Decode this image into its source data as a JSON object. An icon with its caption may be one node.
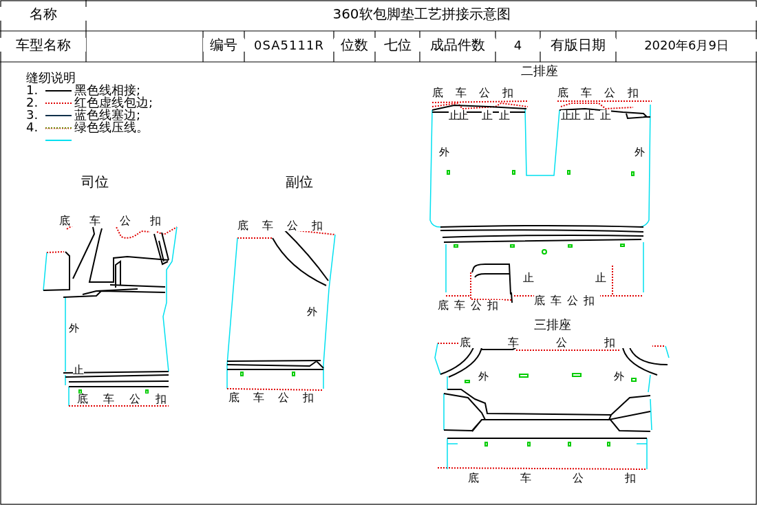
{
  "diagram": {
    "labels": [
      "名称",
      "360软包脚垫工艺拼接示意图",
      "车型名称",
      "编号",
      "0SA5111R",
      "位数",
      "七位",
      "成品件数",
      "4",
      "有版日期",
      "2020年6月9日",
      "缝纫说明",
      "1.",
      "2.",
      "3.",
      "4.",
      "二排座",
      "底车公扣",
      "底车公扣",
      "止止",
      "止",
      "止",
      "止止",
      "止",
      "止",
      "外",
      "外",
      "止",
      "止",
      "底车公扣",
      "底车公扣",
      "司位",
      "副位",
      "底车公扣",
      "外",
      "止",
      "底车公扣",
      "底车公扣",
      "外",
      "底车公扣",
      "三排座",
      "底车公扣",
      "外",
      "外",
      "底车公扣"
    ],
    "legend": [
      {
        "text": "黑色线相接;"
      },
      {
        "text": "红色虚线包边;"
      },
      {
        "text": "蓝色线塞边;"
      },
      {
        "text": "绿色线压线。"
      }
    ]
  }
}
